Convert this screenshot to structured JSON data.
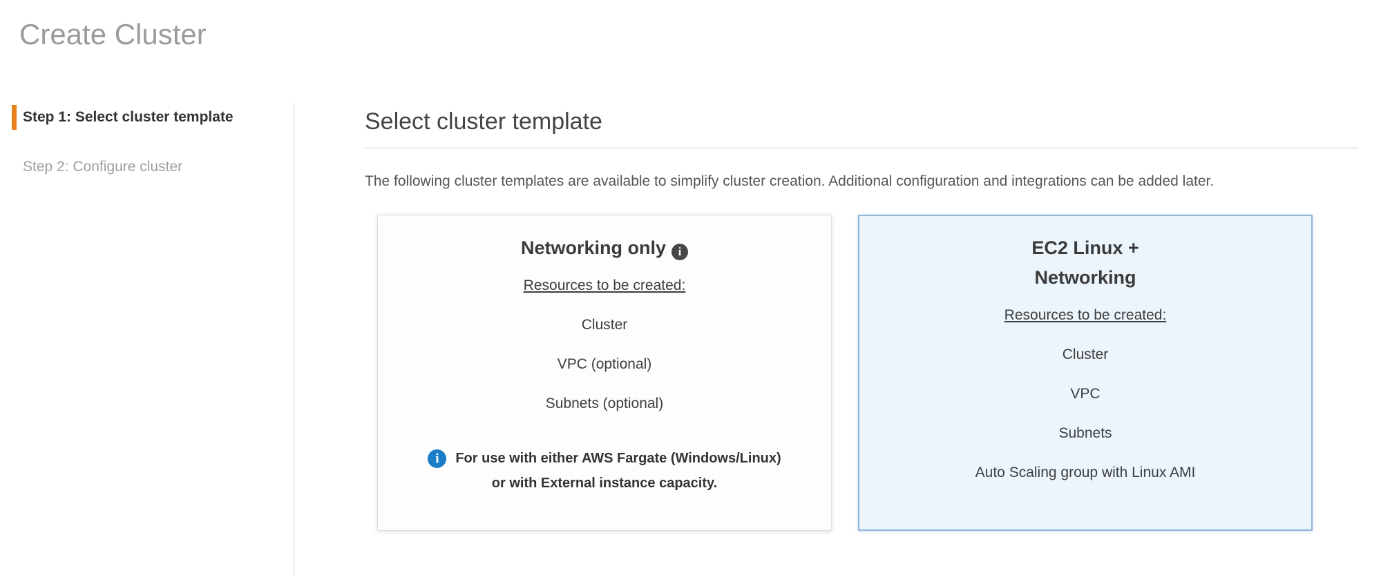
{
  "page": {
    "title": "Create Cluster"
  },
  "steps": [
    {
      "label": "Step 1: Select cluster template",
      "status": "current"
    },
    {
      "label": "Step 2: Configure cluster",
      "status": "upcoming"
    }
  ],
  "main": {
    "heading": "Select cluster template",
    "description": "The following cluster templates are available to simplify cluster creation. Additional configuration and integrations can be added later."
  },
  "templates": [
    {
      "title": "Networking only",
      "resources_label": "Resources to be created:",
      "resources": [
        "Cluster",
        "VPC (optional)",
        "Subnets (optional)"
      ],
      "note_lines": [
        "For use with either AWS Fargate (Windows/Linux)",
        "or with External instance capacity."
      ],
      "selected": false
    },
    {
      "title_lines": [
        "EC2 Linux +",
        "Networking"
      ],
      "resources_label": "Resources to be created:",
      "resources": [
        "Cluster",
        "VPC",
        "Subnets",
        "Auto Scaling group with Linux AMI"
      ],
      "selected": true
    }
  ],
  "icons": {
    "info_glyph": "i"
  },
  "colors": {
    "accent_orange": "#e8821a",
    "selected_card_border": "#90b6dc",
    "selected_card_bg": "#ecf4fc",
    "info_icon_blue": "#1b7dc7",
    "info_icon_dark": "#474747"
  }
}
